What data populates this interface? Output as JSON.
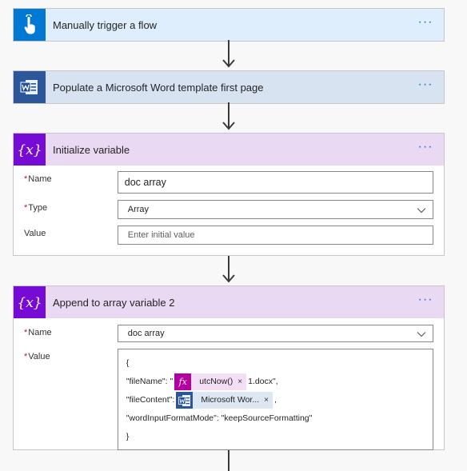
{
  "steps": {
    "trigger": {
      "title": "Manually trigger a flow",
      "more": "···"
    },
    "word": {
      "title": "Populate a Microsoft Word template first page",
      "more": "···"
    },
    "init": {
      "title": "Initialize variable",
      "more": "···",
      "name_label": "Name",
      "name_value": "doc array",
      "type_label": "Type",
      "type_value": "Array",
      "value_label": "Value",
      "value_placeholder": "Enter initial value"
    },
    "append": {
      "title": "Append to array variable 2",
      "more": "···",
      "name_label": "Name",
      "name_value": "doc array",
      "value_label": "Value",
      "json": {
        "open": "{",
        "filename_key": "\"fileName\": \"",
        "fx_token_icon": "fx",
        "fx_token_text": "utcNow()",
        "filename_suffix": "1.docx\",",
        "filecontent_key": "\"fileContent\":",
        "word_token_text": "Microsoft Wor...",
        "filecontent_suffix": ",",
        "mode_line": "\"wordInputFormatMode\": \"keepSourceFormatting\"",
        "close": "}"
      }
    }
  },
  "required_marker": "*",
  "token_close": "×",
  "icons": {
    "trigger": "touch-hand-icon",
    "word": "word-icon",
    "variable": "variable-braces-icon"
  },
  "colors": {
    "accent": "#0078d4",
    "word": "#2b579a",
    "variable": "#770bd6",
    "expression": "#b4009e"
  }
}
